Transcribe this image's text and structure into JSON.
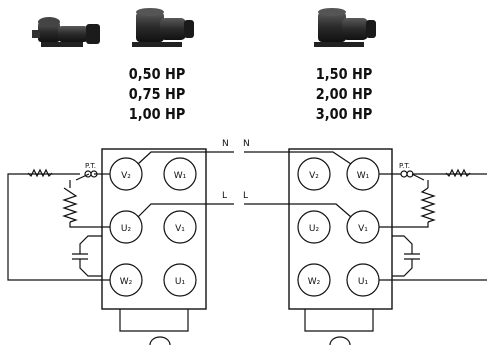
{
  "left_unit": {
    "ratings": [
      "0,50 HP",
      "0,75 HP",
      "1,00 HP"
    ],
    "terminals": {
      "w2_top": "V₂",
      "w1_top": "W₁",
      "u2": "U₂",
      "v1": "V₁",
      "w2": "W₂",
      "u1": "U₁"
    },
    "protector_label": "P.T."
  },
  "right_unit": {
    "ratings": [
      "1,50 HP",
      "2,00 HP",
      "3,00 HP"
    ],
    "terminals": {
      "v2": "V₂",
      "w1": "W₁",
      "u2": "U₂",
      "v1": "V₁",
      "w2": "W₂",
      "u1": "U₁"
    },
    "protector_label": "P.T."
  },
  "supply": {
    "neutral_left": "N",
    "neutral_right": "N",
    "line_left": "L",
    "line_right": "L"
  },
  "icons": [
    "pump-icon",
    "pump-icon",
    "pump-icon"
  ]
}
